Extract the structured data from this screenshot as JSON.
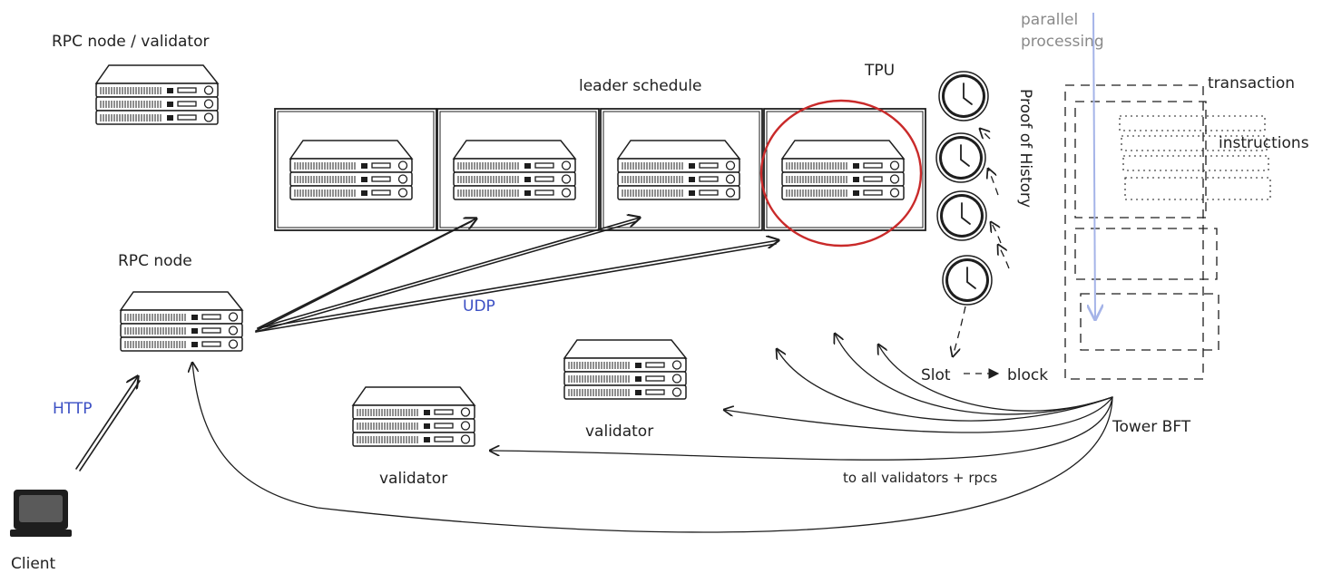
{
  "labels": {
    "rpc_validator": "RPC node / validator",
    "rpc_node": "RPC node",
    "leader_schedule": "leader schedule",
    "tpu": "TPU",
    "udp": "UDP",
    "http": "HTTP",
    "client": "Client",
    "validator_1": "validator",
    "validator_2": "validator",
    "proof_of_history": "Proof of History",
    "slot": "Slot",
    "block": "block",
    "parallel": "parallel",
    "processing": "processing",
    "transaction": "transaction",
    "instructions": "instructions",
    "tower_bft": "Tower BFT",
    "to_all": "to all validators + rpcs"
  },
  "colors": {
    "ink": "#1e1e1e",
    "tpu_circle": "#c92a2a",
    "protocol_label": "#3b4fc4",
    "parallel_arrow": "#a5b4e8",
    "muted_label": "#8a8a8a"
  },
  "icons": [
    "server-rack-icon",
    "clock-icon",
    "computer-icon"
  ]
}
